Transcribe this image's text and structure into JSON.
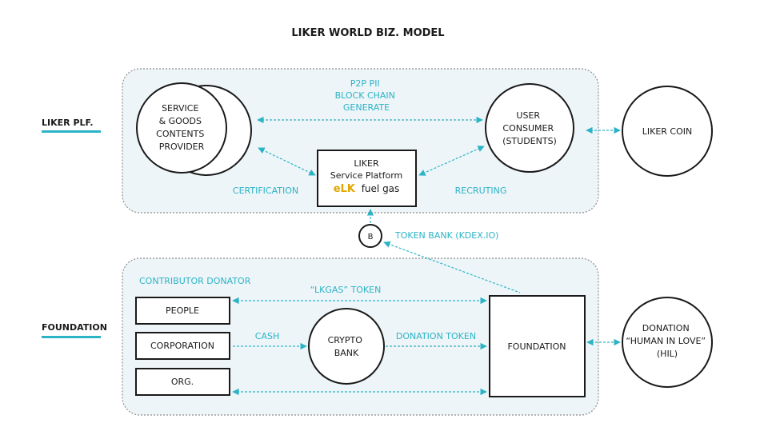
{
  "title": "LIKER WORLD BIZ. MODEL",
  "sections": {
    "platform": "LIKER PLF.",
    "foundation": "FOUNDATION"
  },
  "nodes": {
    "provider": [
      "SERVICE",
      "& GOODS",
      "CONTENTS",
      "PROVIDER"
    ],
    "consumer": [
      "USER",
      "CONSUMER",
      "(STUDENTS)"
    ],
    "liker_coin": "LIKER COIN",
    "platform": {
      "line1": "LIKER",
      "line2": "Service Platform",
      "elk": "eLK",
      "fuel": "fuel gas"
    },
    "bank_b": "B",
    "people": "PEOPLE",
    "corporation": "CORPORATION",
    "org": "ORG.",
    "crypto_bank": [
      "CRYPTO",
      "BANK"
    ],
    "foundation_box": "FOUNDATION",
    "donation": [
      "DONATION",
      "“HUMAN IN LOVE”",
      "(HIL)"
    ]
  },
  "labels": {
    "p2p": [
      "P2P PII",
      "BLOCK CHAIN",
      "GENERATE"
    ],
    "certification": "CERTIFICATION",
    "recruting": "RECRUTING",
    "token_bank": "TOKEN BANK (KDEX.IO)",
    "contributor": "CONTRIBUTOR DONATOR",
    "lkgas": "“LKGAS” TOKEN",
    "cash": "CASH",
    "donation_token": "DONATION TOKEN"
  },
  "colors": {
    "accent": "#2bb3c6",
    "highlight": "#e2a600",
    "panel_fill": "#eef5f8",
    "panel_border": "#8a8a8a",
    "ink": "#1a1a1a"
  }
}
